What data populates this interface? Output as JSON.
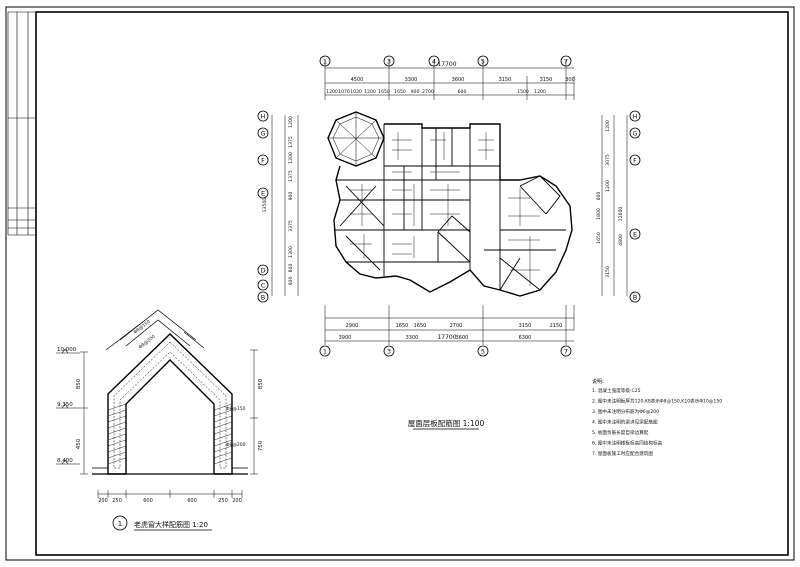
{
  "plan": {
    "title": "屋面层板配筋图 1:100",
    "axes_top": [
      "1",
      "3",
      "4",
      "5",
      "7"
    ],
    "axes_bottom": [
      "1",
      "3",
      "5",
      "7"
    ],
    "axes_left": [
      "H",
      "G",
      "F",
      "E",
      "D",
      "C",
      "B"
    ],
    "axes_right": [
      "H",
      "G",
      "F",
      "E",
      "B"
    ],
    "overall_dim_top": "17700",
    "overall_dim_bottom": "17700",
    "top_dims_row1": [
      "4500",
      "3300",
      "3600",
      "3150",
      "3150",
      "300"
    ],
    "top_dims_row2": [
      "1200",
      "1070",
      "1030",
      "1200",
      "1650",
      "1650",
      "900",
      "2700",
      "600",
      "1500",
      "1200"
    ],
    "bottom_dims_row1": [
      "2900",
      "1650",
      "1650",
      "2700",
      "3150",
      "2150"
    ],
    "bottom_dims_row2": [
      "3900",
      "3300",
      "3600",
      "6300"
    ],
    "right_dims": [
      "1200",
      "3075",
      "1200",
      "600",
      "1800",
      "1650",
      "3150",
      "4800",
      "12600"
    ],
    "left_dims": [
      "1200",
      "1375",
      "1200",
      "1375",
      "900",
      "3375",
      "1300",
      "800",
      "600",
      "13500"
    ]
  },
  "detail": {
    "title": "老虎窗大样配筋图 1:20",
    "number": "1",
    "elevations": [
      "10.000",
      "9.350",
      "8.400"
    ],
    "vertical_dims": [
      "850",
      "450",
      "850",
      "750"
    ],
    "bottom_dims": [
      "200",
      "250",
      "600",
      "600",
      "250",
      "200"
    ],
    "rebar_labels": [
      "Φ8@150",
      "Φ8@200",
      "Φ8@150",
      "Φ8@200"
    ]
  },
  "notes": {
    "heading": "说明:",
    "lines": [
      "1. 混凝土强度等级:C25",
      "2. 图中未注明板厚为120,K8表示Φ8@150,K10表示Φ10@150",
      "3. 图中未注明分布筋为Φ6@200",
      "4. 图中未注明的梁详见梁配筋图",
      "5. 板面负筋长度自梁边算起",
      "6. 图中未注明楼板标高同结构标高",
      "7. 屋面板施工时应配合建筑图"
    ]
  }
}
